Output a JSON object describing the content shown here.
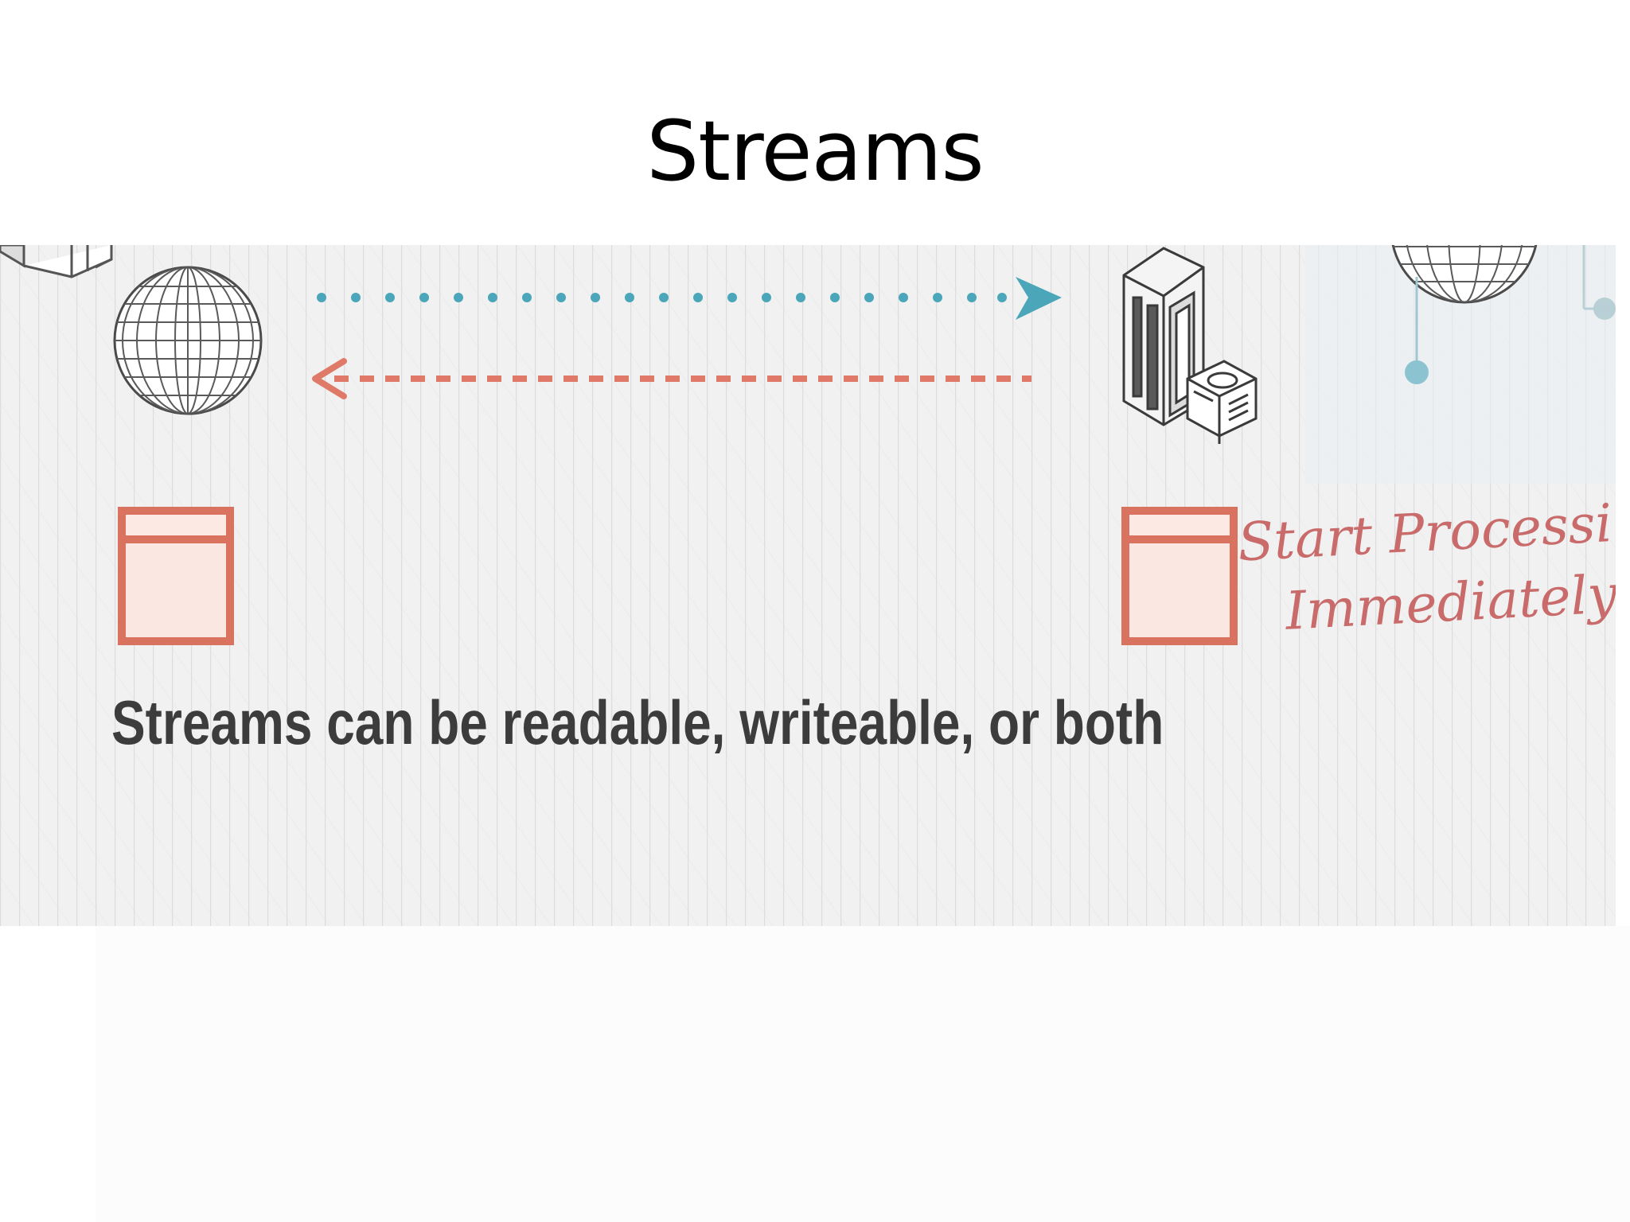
{
  "slide": {
    "title": "Streams"
  },
  "figure": {
    "caption": "Streams can be readable, writeable, or both",
    "note_line1": "Start Processing",
    "note_line2": "Immediately"
  },
  "icons": {
    "client": "globe-icon",
    "server": "server-icon",
    "request": "dotted-arrow-right-icon",
    "response": "dashed-arrow-left-icon",
    "source_buffer": "buffer-window-icon",
    "destination_buffer": "buffer-window-icon"
  },
  "colors": {
    "request_arrow": "#4aa6b8",
    "response_arrow": "#df7a68",
    "buffer": "#d9725f",
    "buffer_fill": "#fbe7e1",
    "handwriting": "#c96b6b",
    "caption": "#3c3c3c",
    "background": "#f1f1f1"
  }
}
